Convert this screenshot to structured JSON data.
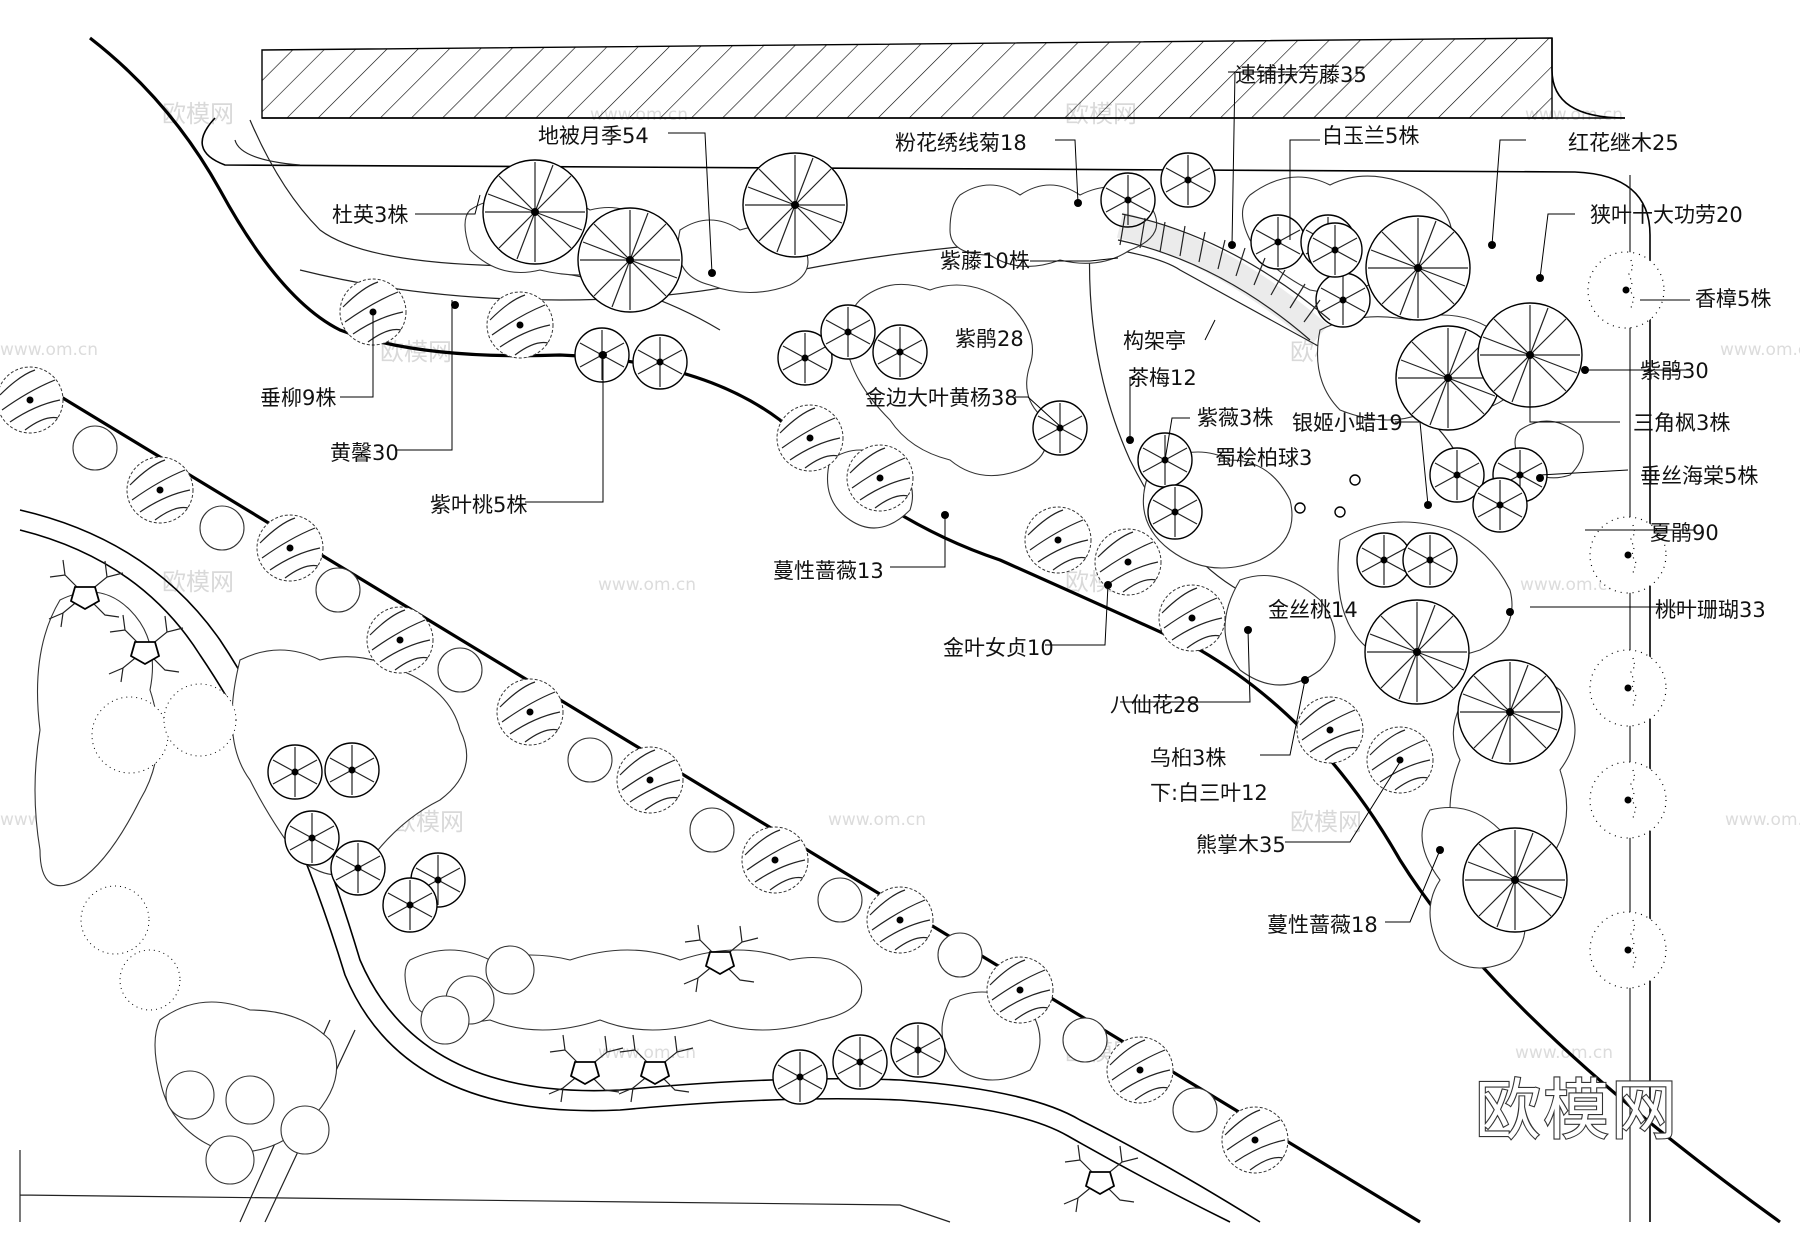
{
  "watermark": {
    "brand": "欧模网",
    "url": "www.om.cn",
    "brand_logo": "欧模网"
  },
  "labels": [
    {
      "id": "suming-fufangteng",
      "text": "速铺扶芳藤35"
    },
    {
      "id": "dibei-yueji",
      "text": "地被月季54"
    },
    {
      "id": "fenhua-xiuxianju",
      "text": "粉花绣线菊18"
    },
    {
      "id": "baiyulan",
      "text": "白玉兰5株"
    },
    {
      "id": "honghua-jimu",
      "text": "红花继木25"
    },
    {
      "id": "duying",
      "text": "杜英3株"
    },
    {
      "id": "xiaye-shidagonglao",
      "text": "狭叶十大功劳20"
    },
    {
      "id": "ziteng",
      "text": "紫藤10株"
    },
    {
      "id": "xiangzhang",
      "text": "香樟5株"
    },
    {
      "id": "zijuan-28",
      "text": "紫鹃28"
    },
    {
      "id": "goujiating",
      "text": "构架亭"
    },
    {
      "id": "zijuan-30",
      "text": "紫鹃30"
    },
    {
      "id": "chuiliu",
      "text": "垂柳9株"
    },
    {
      "id": "chamei",
      "text": "茶梅12"
    },
    {
      "id": "jinbian-huangyang",
      "text": "金边大叶黄杨38"
    },
    {
      "id": "sanjiaofeng",
      "text": "三角枫3株"
    },
    {
      "id": "ziwei",
      "text": "紫薇3株"
    },
    {
      "id": "yinji-xiaola",
      "text": "银姬小蜡19"
    },
    {
      "id": "huangxin",
      "text": "黄馨30"
    },
    {
      "id": "shukuai-baiqiu",
      "text": "蜀桧柏球3"
    },
    {
      "id": "chuisi-haitang",
      "text": "垂丝海棠5株"
    },
    {
      "id": "ziyetao",
      "text": "紫叶桃5株"
    },
    {
      "id": "xiajuan",
      "text": "夏鹃90"
    },
    {
      "id": "manxing-qiangwei-13",
      "text": "蔓性蔷薇13"
    },
    {
      "id": "jinsitao",
      "text": "金丝桃14"
    },
    {
      "id": "taoye-shanhu",
      "text": "桃叶珊瑚33"
    },
    {
      "id": "jinye-nvzhen",
      "text": "金叶女贞10"
    },
    {
      "id": "baxianhua",
      "text": "八仙花28"
    },
    {
      "id": "wujiu",
      "text": "乌桕3株"
    },
    {
      "id": "baisanye",
      "text": "下:白三叶12"
    },
    {
      "id": "xiongzhangmu",
      "text": "熊掌木35"
    },
    {
      "id": "manxing-qiangwei-18",
      "text": "蔓性蔷薇18"
    }
  ]
}
